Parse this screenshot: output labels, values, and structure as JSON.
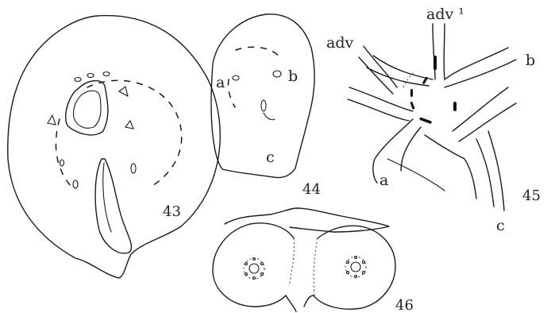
{
  "figures": [
    {
      "number": "43"
    },
    {
      "number": "44",
      "labels": [
        "a",
        "b",
        "c"
      ]
    },
    {
      "number": "45",
      "labels": [
        "adv",
        "adv ¹",
        "a",
        "b",
        "c"
      ]
    },
    {
      "number": "46"
    }
  ],
  "colors": {
    "ink": "#1a1a1a",
    "paper": "#ffffff"
  }
}
